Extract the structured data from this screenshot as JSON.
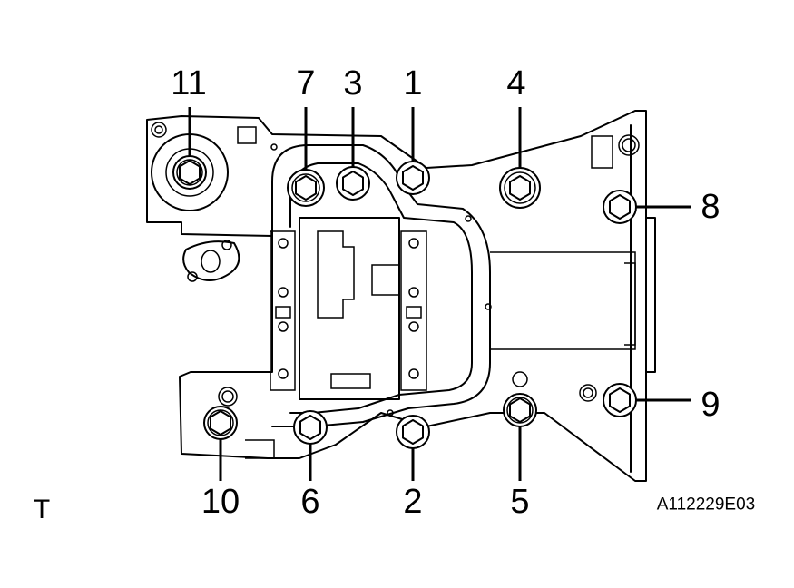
{
  "figure": {
    "corner_mark": "T",
    "reference_code": "A112229E03"
  },
  "bolts": [
    {
      "label": "1",
      "order": 1
    },
    {
      "label": "2",
      "order": 2
    },
    {
      "label": "3",
      "order": 3
    },
    {
      "label": "4",
      "order": 4
    },
    {
      "label": "5",
      "order": 5
    },
    {
      "label": "6",
      "order": 6
    },
    {
      "label": "7",
      "order": 7
    },
    {
      "label": "8",
      "order": 8
    },
    {
      "label": "9",
      "order": 9
    },
    {
      "label": "10",
      "order": 10
    },
    {
      "label": "11",
      "order": 11
    }
  ],
  "icons": {
    "bolt": "hex-bolt-icon"
  }
}
